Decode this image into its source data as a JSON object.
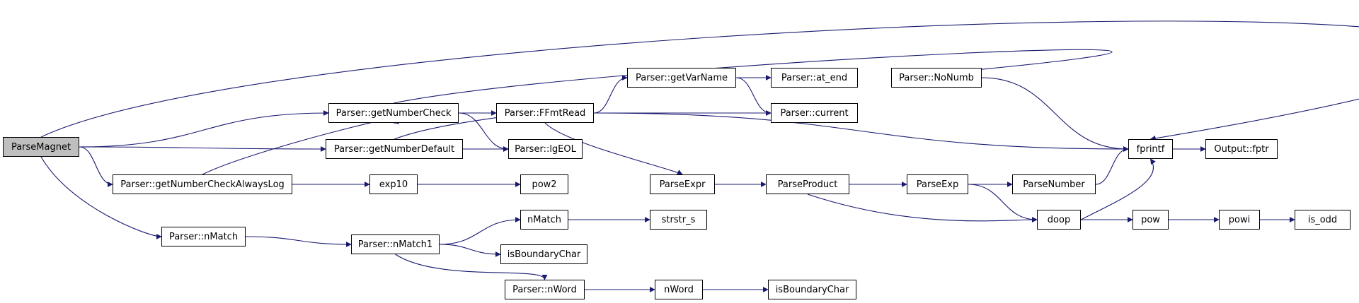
{
  "colors": {
    "edge": "#191970",
    "node_border": "#000000",
    "node_fill": "#ffffff",
    "root_fill": "#bfbfbf"
  },
  "nodes": [
    {
      "id": "parse-magnet",
      "label": "ParseMagnet",
      "root": true
    },
    {
      "id": "get-number-check",
      "label": "Parser::getNumberCheck"
    },
    {
      "id": "get-number-default",
      "label": "Parser::getNumberDefault"
    },
    {
      "id": "get-number-check-always-log",
      "label": "Parser::getNumberCheckAlwaysLog"
    },
    {
      "id": "parser-nmatch",
      "label": "Parser::nMatch"
    },
    {
      "id": "ffmt-read",
      "label": "Parser::FFmtRead"
    },
    {
      "id": "lg-eol",
      "label": "Parser::lgEOL"
    },
    {
      "id": "exp10",
      "label": "exp10"
    },
    {
      "id": "pow2",
      "label": "pow2"
    },
    {
      "id": "nmatch1",
      "label": "Parser::nMatch1"
    },
    {
      "id": "get-var-name",
      "label": "Parser::getVarName"
    },
    {
      "id": "at-end",
      "label": "Parser::at_end"
    },
    {
      "id": "current",
      "label": "Parser::current"
    },
    {
      "id": "no-numb",
      "label": "Parser::NoNumb"
    },
    {
      "id": "parse-expr",
      "label": "ParseExpr"
    },
    {
      "id": "parse-product",
      "label": "ParseProduct"
    },
    {
      "id": "parse-exp",
      "label": "ParseExp"
    },
    {
      "id": "parse-number",
      "label": "ParseNumber"
    },
    {
      "id": "doop",
      "label": "doop"
    },
    {
      "id": "fprintf",
      "label": "fprintf"
    },
    {
      "id": "output-fptr",
      "label": "Output::fptr"
    },
    {
      "id": "pow",
      "label": "pow"
    },
    {
      "id": "powi",
      "label": "powi"
    },
    {
      "id": "is-odd",
      "label": "is_odd"
    },
    {
      "id": "nmatch-fn",
      "label": "nMatch"
    },
    {
      "id": "strstr-s",
      "label": "strstr_s"
    },
    {
      "id": "is-boundary-char-1",
      "label": "isBoundaryChar"
    },
    {
      "id": "parser-nword",
      "label": "Parser::nWord"
    },
    {
      "id": "nword-fn",
      "label": "nWord"
    },
    {
      "id": "is-boundary-char-2",
      "label": "isBoundaryChar"
    }
  ],
  "edges": [
    {
      "from": "parse-magnet",
      "to": "fprintf"
    },
    {
      "from": "parse-magnet",
      "to": "get-number-check"
    },
    {
      "from": "parse-magnet",
      "to": "get-number-default"
    },
    {
      "from": "parse-magnet",
      "to": "get-number-check-always-log"
    },
    {
      "from": "parse-magnet",
      "to": "parser-nmatch"
    },
    {
      "from": "get-number-check",
      "to": "ffmt-read"
    },
    {
      "from": "get-number-check",
      "to": "lg-eol"
    },
    {
      "from": "get-number-check",
      "to": "no-numb"
    },
    {
      "from": "get-number-default",
      "to": "ffmt-read"
    },
    {
      "from": "get-number-default",
      "to": "lg-eol"
    },
    {
      "from": "get-number-check-always-log",
      "to": "get-number-check"
    },
    {
      "from": "get-number-check-always-log",
      "to": "exp10"
    },
    {
      "from": "exp10",
      "to": "pow2"
    },
    {
      "from": "parser-nmatch",
      "to": "nmatch1"
    },
    {
      "from": "ffmt-read",
      "to": "get-var-name"
    },
    {
      "from": "ffmt-read",
      "to": "current"
    },
    {
      "from": "ffmt-read",
      "to": "fprintf"
    },
    {
      "from": "ffmt-read",
      "to": "parse-expr"
    },
    {
      "from": "get-var-name",
      "to": "at-end"
    },
    {
      "from": "get-var-name",
      "to": "current"
    },
    {
      "from": "no-numb",
      "to": "fprintf"
    },
    {
      "from": "parse-expr",
      "to": "parse-product"
    },
    {
      "from": "parse-product",
      "to": "parse-exp"
    },
    {
      "from": "parse-product",
      "to": "doop"
    },
    {
      "from": "parse-exp",
      "to": "parse-number"
    },
    {
      "from": "parse-exp",
      "to": "doop"
    },
    {
      "from": "parse-number",
      "to": "fprintf"
    },
    {
      "from": "doop",
      "to": "fprintf"
    },
    {
      "from": "doop",
      "to": "pow"
    },
    {
      "from": "fprintf",
      "to": "output-fptr"
    },
    {
      "from": "pow",
      "to": "powi"
    },
    {
      "from": "powi",
      "to": "is-odd"
    },
    {
      "from": "nmatch1",
      "to": "nmatch-fn"
    },
    {
      "from": "nmatch1",
      "to": "is-boundary-char-1"
    },
    {
      "from": "nmatch1",
      "to": "parser-nword"
    },
    {
      "from": "nmatch-fn",
      "to": "strstr-s"
    },
    {
      "from": "parser-nword",
      "to": "nword-fn"
    },
    {
      "from": "nword-fn",
      "to": "is-boundary-char-2"
    }
  ]
}
